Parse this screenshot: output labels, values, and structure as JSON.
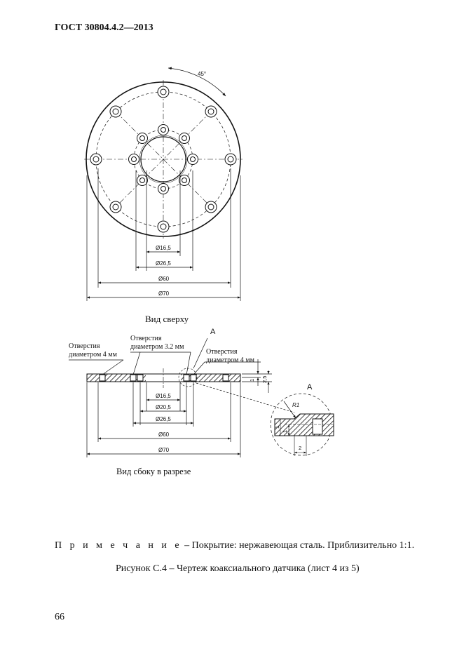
{
  "header": {
    "standard": "ГОСТ 30804.4.2—2013"
  },
  "top_view": {
    "caption": "Вид сверху",
    "angle_label": "45°",
    "dims": [
      "Ø16,5",
      "Ø26,5",
      "Ø60",
      "Ø70"
    ]
  },
  "side_view": {
    "caption": "Вид сбоку в разрезе",
    "callout_left": [
      "Отверстия",
      "диаметром 4 мм"
    ],
    "callout_mid": [
      "Отверстия",
      "диаметром 3.2 мм"
    ],
    "callout_right": [
      "Отверстия",
      "диаметром 4 мм"
    ],
    "section_mark": "A",
    "thickness_dims": [
      "1",
      "2,5"
    ],
    "dims": [
      "Ø16,5",
      "Ø20,5",
      "Ø26,5",
      "Ø60",
      "Ø70"
    ]
  },
  "detail": {
    "label": "A",
    "radius": "R1",
    "dims": [
      "1",
      "1",
      "2"
    ]
  },
  "note": {
    "prefix": "П р и м е ч а н и е",
    "text": " – Покрытие: нержавеющая сталь. Приблизительно 1:1."
  },
  "figure_caption": "Рисунок С.4 – Чертеж коаксиального датчика (лист 4 из 5)",
  "page_number": "66"
}
